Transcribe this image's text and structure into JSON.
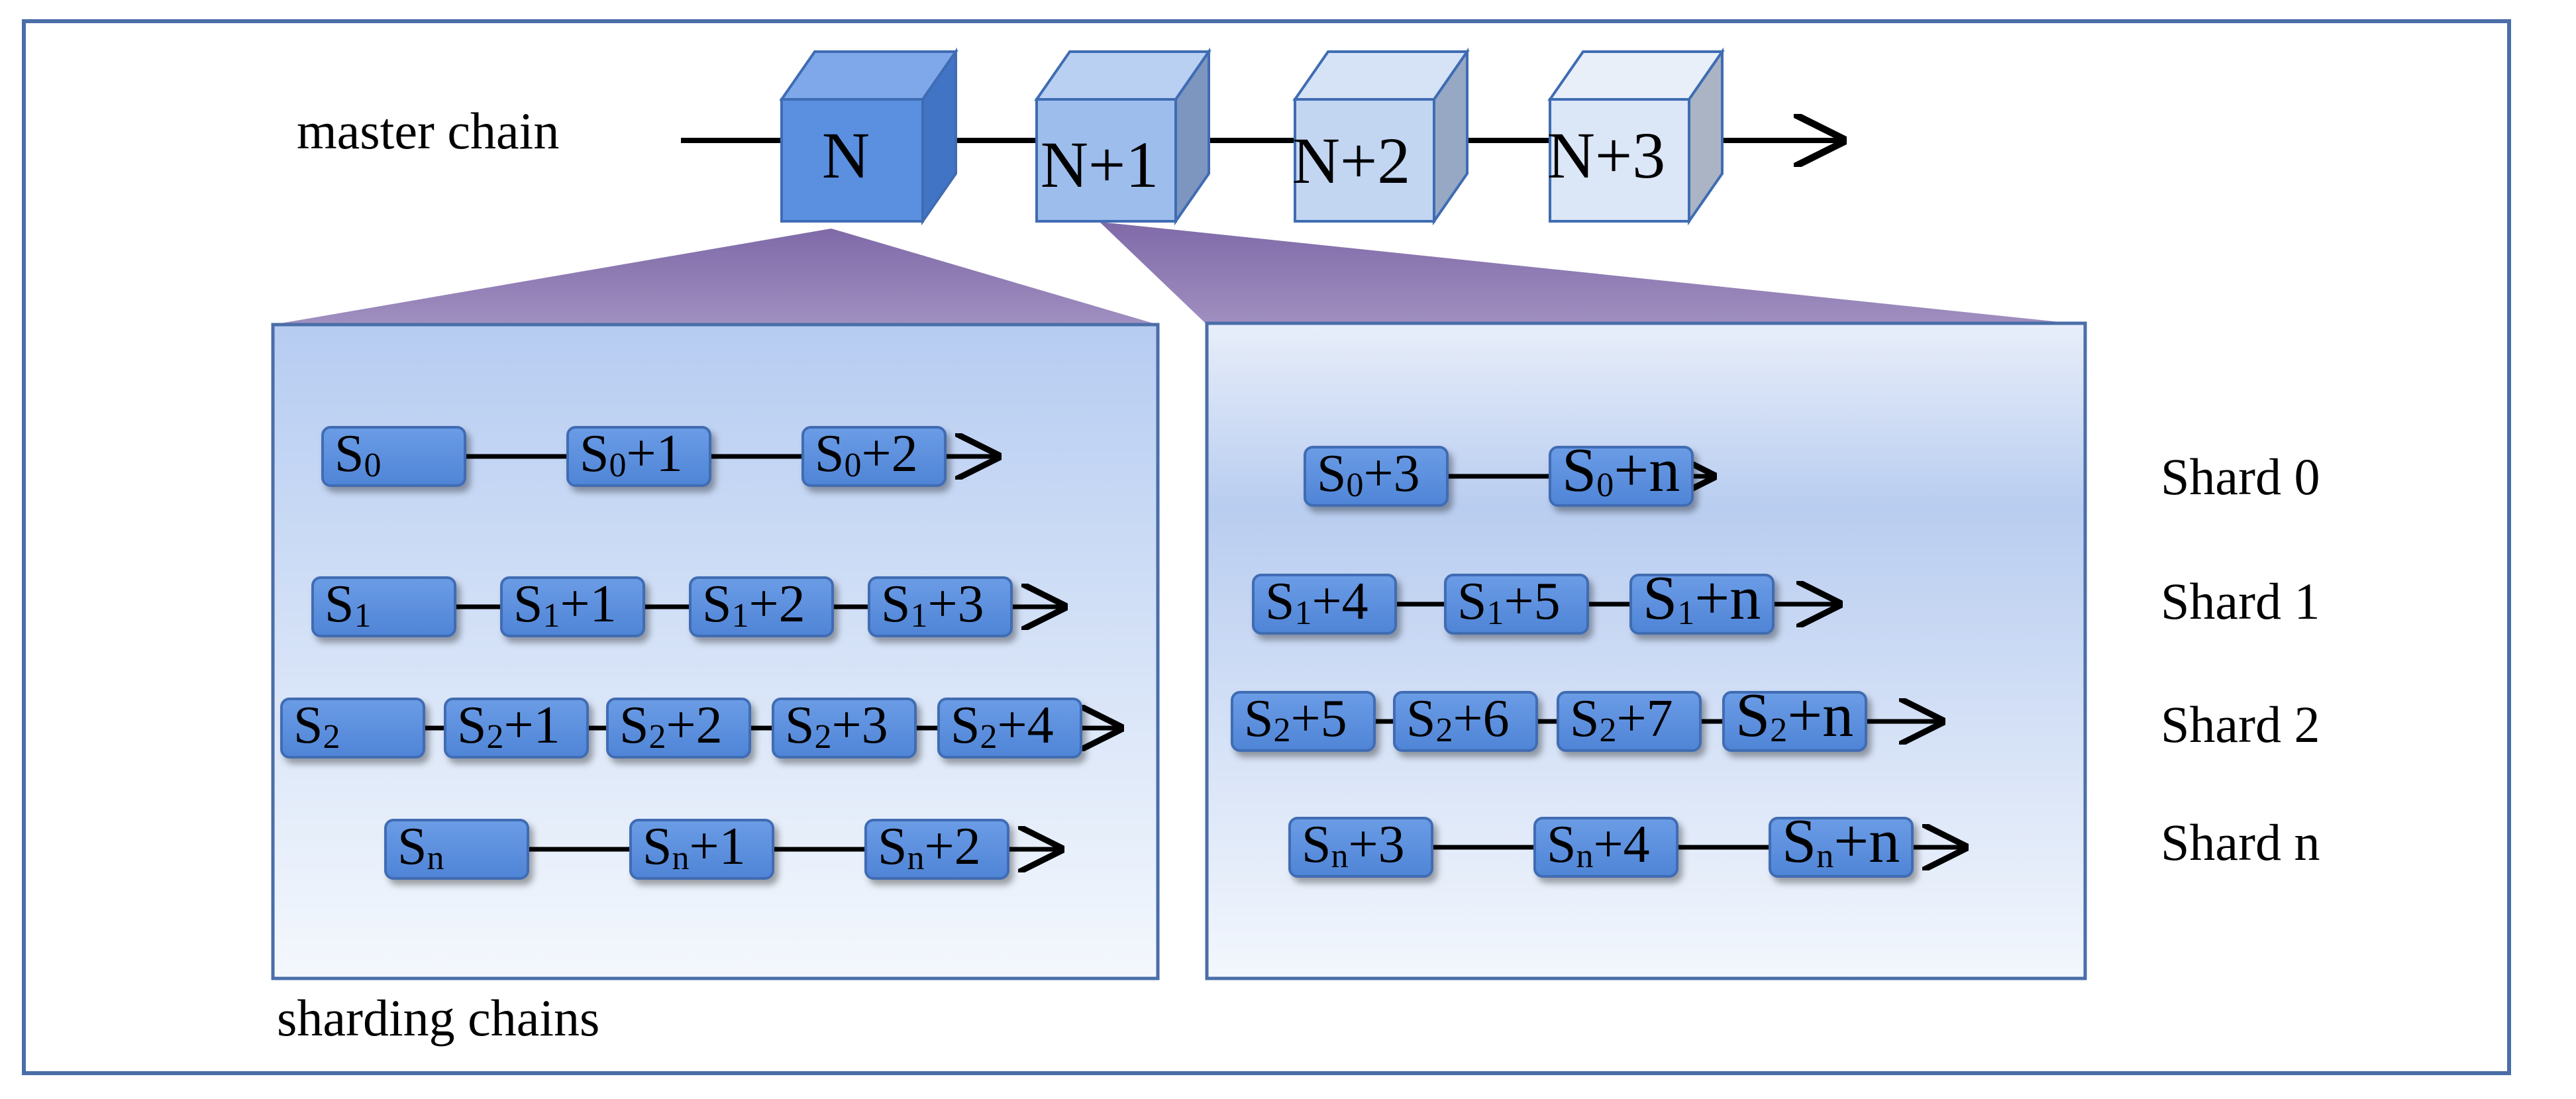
{
  "labels": {
    "master_chain": "master chain",
    "sharding_chains": "sharding chains"
  },
  "shard_labels": [
    "Shard 0",
    "Shard 1",
    "Shard 2",
    "Shard n"
  ],
  "master_blocks": [
    {
      "label": "N",
      "variant": "dark"
    },
    {
      "label": "N+1",
      "variant": "medium"
    },
    {
      "label": "N+2",
      "variant": "light"
    },
    {
      "label": "N+3",
      "variant": "lightest"
    }
  ],
  "left_panel": {
    "rows": [
      {
        "blocks": [
          {
            "base": "S",
            "sub": "0",
            "suffix": ""
          },
          {
            "base": "S",
            "sub": "0",
            "suffix": "+1"
          },
          {
            "base": "S",
            "sub": "0",
            "suffix": "+2"
          }
        ]
      },
      {
        "blocks": [
          {
            "base": "S",
            "sub": "1",
            "suffix": ""
          },
          {
            "base": "S",
            "sub": "1",
            "suffix": "+1"
          },
          {
            "base": "S",
            "sub": "1",
            "suffix": "+2"
          },
          {
            "base": "S",
            "sub": "1",
            "suffix": "+3"
          }
        ]
      },
      {
        "blocks": [
          {
            "base": "S",
            "sub": "2",
            "suffix": ""
          },
          {
            "base": "S",
            "sub": "2",
            "suffix": "+1"
          },
          {
            "base": "S",
            "sub": "2",
            "suffix": "+2"
          },
          {
            "base": "S",
            "sub": "2",
            "suffix": "+3"
          },
          {
            "base": "S",
            "sub": "2",
            "suffix": "+4"
          }
        ]
      },
      {
        "blocks": [
          {
            "base": "S",
            "sub": "n",
            "suffix": ""
          },
          {
            "base": "S",
            "sub": "n",
            "suffix": "+1"
          },
          {
            "base": "S",
            "sub": "n",
            "suffix": "+2"
          }
        ]
      }
    ]
  },
  "right_panel": {
    "rows": [
      {
        "blocks": [
          {
            "base": "S",
            "sub": "0",
            "suffix": "+3"
          },
          {
            "base": "S",
            "sub": "0",
            "suffix": "+n"
          }
        ]
      },
      {
        "blocks": [
          {
            "base": "S",
            "sub": "1",
            "suffix": "+4"
          },
          {
            "base": "S",
            "sub": "1",
            "suffix": "+5"
          },
          {
            "base": "S",
            "sub": "1",
            "suffix": "+n"
          }
        ]
      },
      {
        "blocks": [
          {
            "base": "S",
            "sub": "2",
            "suffix": "+5"
          },
          {
            "base": "S",
            "sub": "2",
            "suffix": "+6"
          },
          {
            "base": "S",
            "sub": "2",
            "suffix": "+7"
          },
          {
            "base": "S",
            "sub": "2",
            "suffix": "+n"
          }
        ]
      },
      {
        "blocks": [
          {
            "base": "S",
            "sub": "n",
            "suffix": "+3"
          },
          {
            "base": "S",
            "sub": "n",
            "suffix": "+4"
          },
          {
            "base": "S",
            "sub": "n",
            "suffix": "+n"
          }
        ]
      }
    ]
  },
  "colors": {
    "frame": "#4a6ea8",
    "cube_dark": "#5b8fe0",
    "cube_medium": "#9dbdec",
    "cube_light": "#c2d6f2",
    "cube_lightest": "#dbe6f6",
    "block_fill": "#5b8fe0",
    "block_edge": "#3f6cb3",
    "panel_top": "#b8cef2",
    "panel_bottom": "#f3f7fd",
    "funnel": "#8b79ad"
  }
}
